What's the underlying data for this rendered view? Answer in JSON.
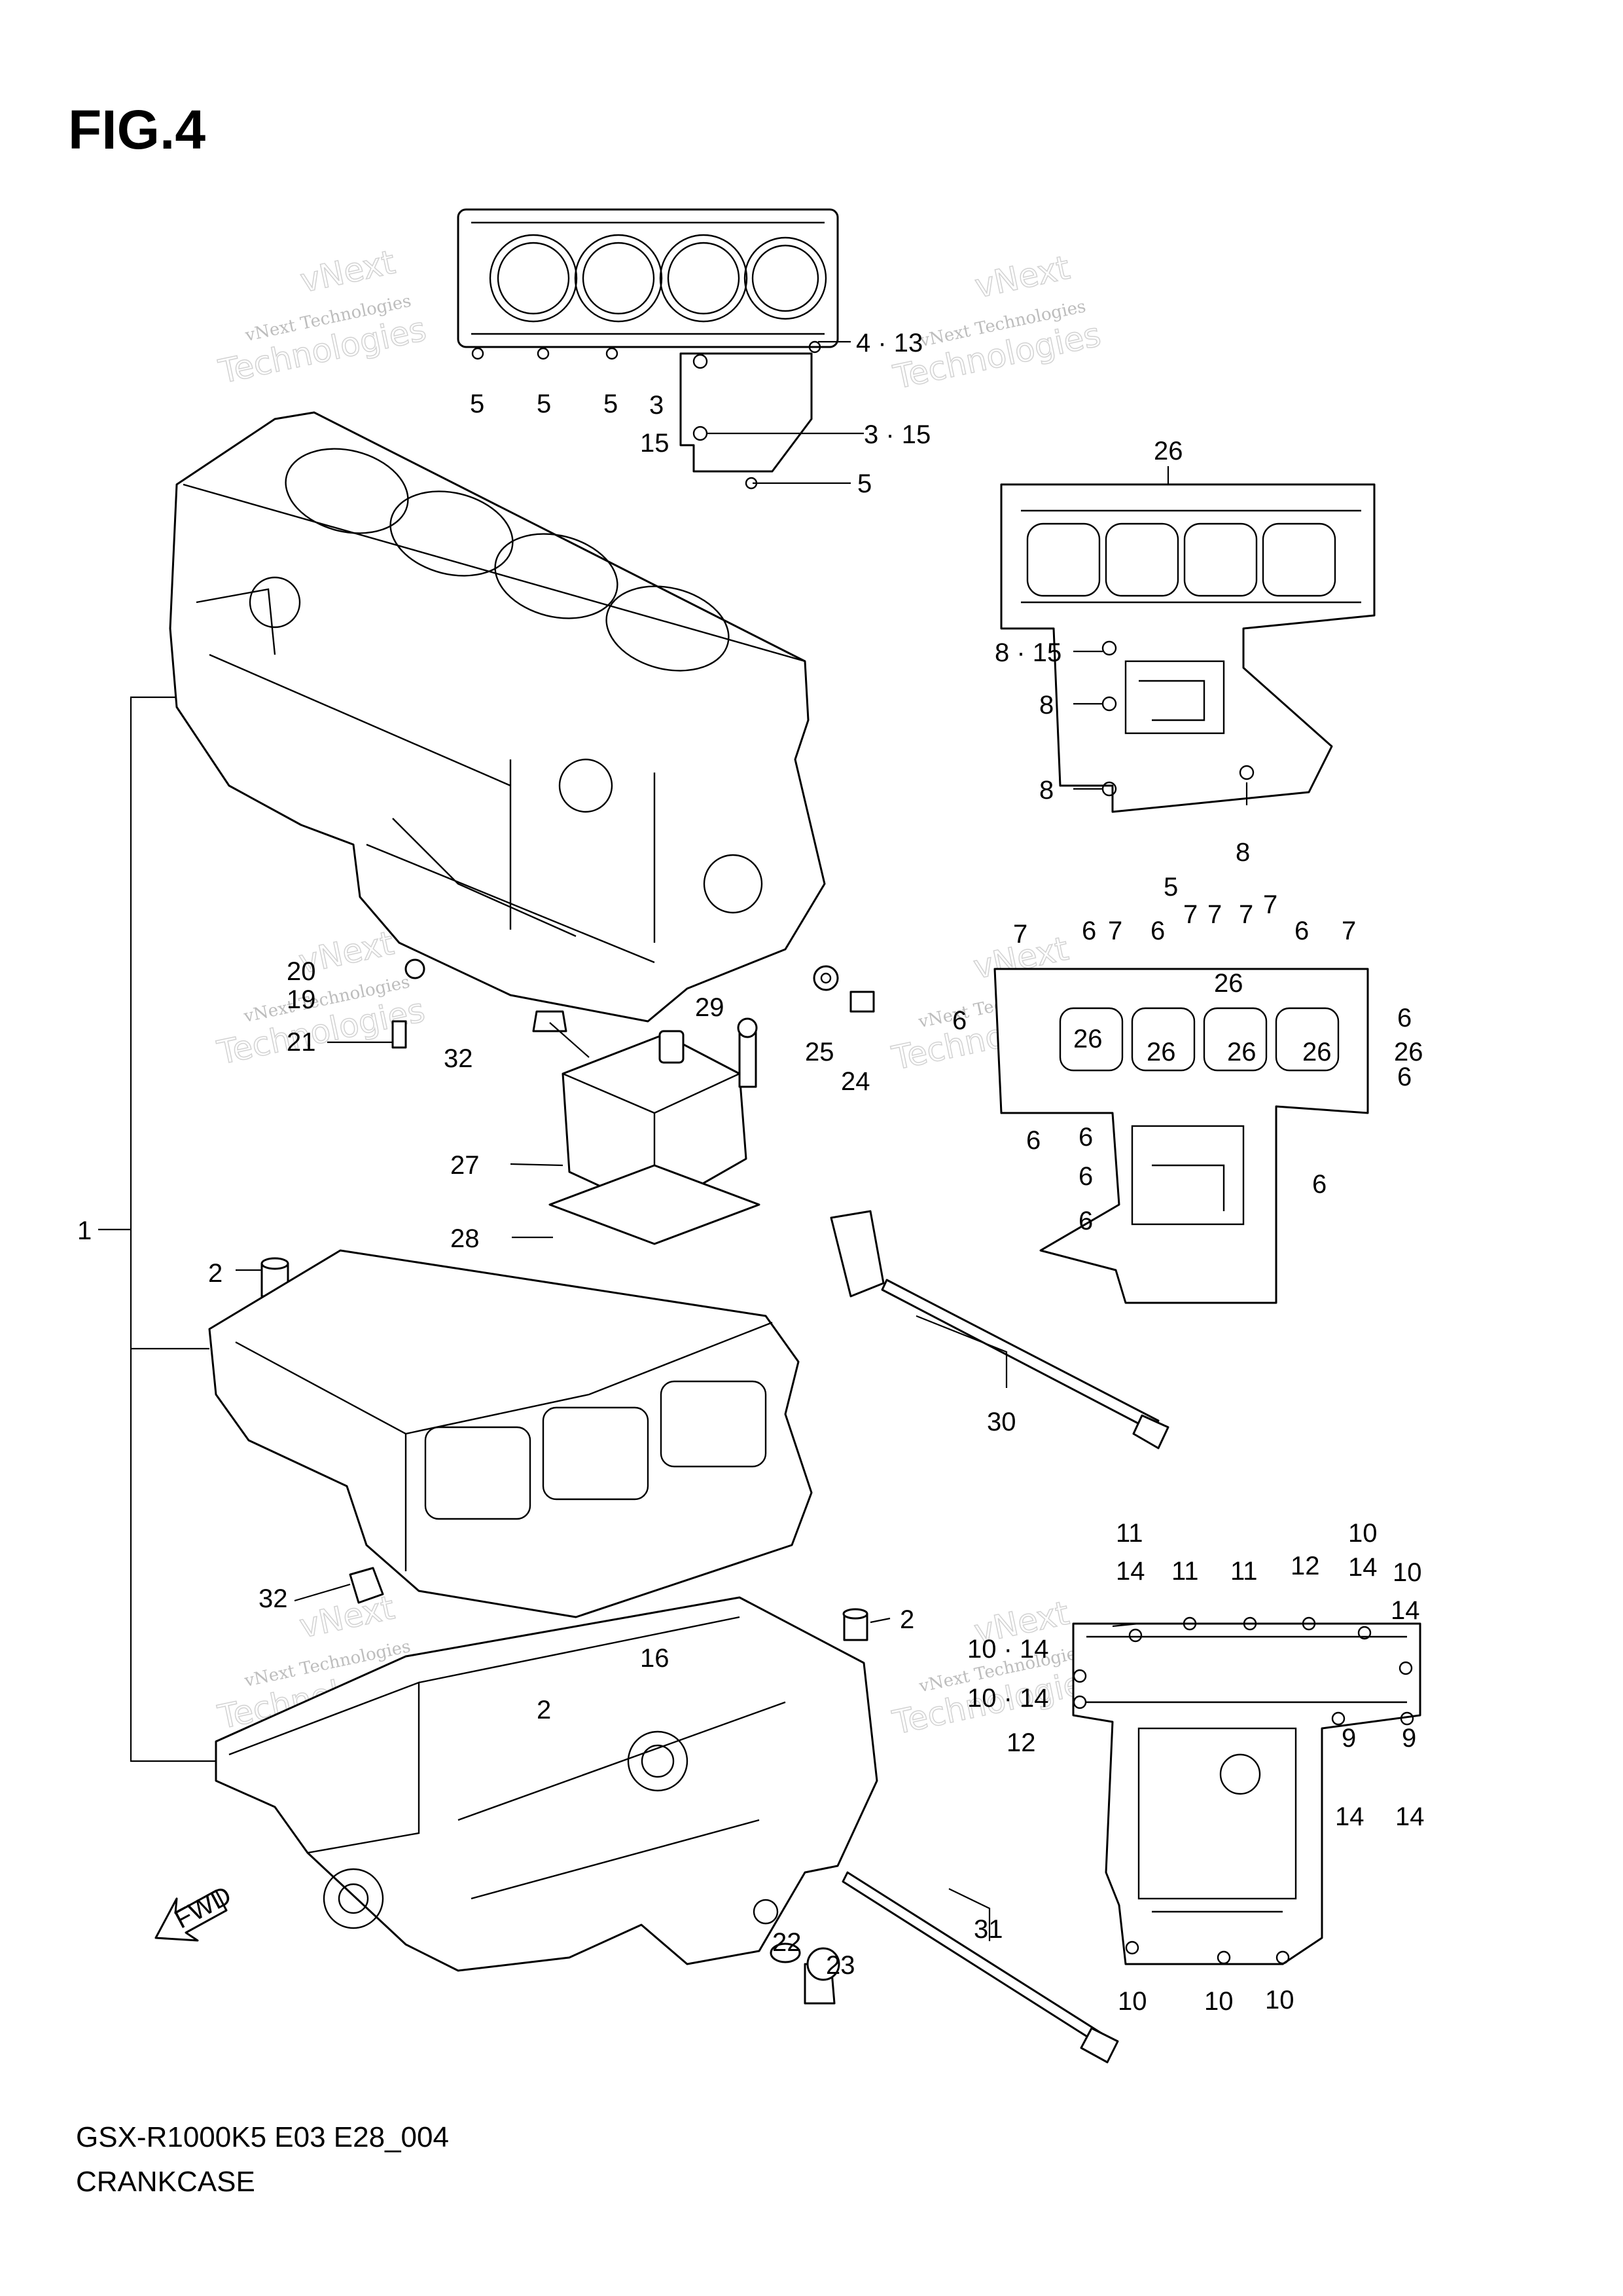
{
  "figure": {
    "title": "FIG.4"
  },
  "footer": {
    "model_code": "GSX-R1000K5 E03 E28_004",
    "section_name": "CRANKCASE"
  },
  "watermark": {
    "line1": "vNext Technologies",
    "line2": "Technologies",
    "line3": "vNext"
  },
  "callouts": {
    "c01": "1",
    "c02": "2",
    "c03": "2",
    "c04": "2",
    "c05": "4 · 13",
    "c06": "5",
    "c07": "5",
    "c08": "5",
    "c09": "3",
    "c10": "15",
    "c11": "3 · 15",
    "c12": "5",
    "c13": "26",
    "c14": "8 · 15",
    "c15": "8",
    "c16": "8",
    "c17": "8",
    "c18": "5",
    "c19": "7",
    "c20": "6",
    "c21": "7",
    "c22": "6",
    "c23": "7",
    "c24": "7",
    "c25": "7",
    "c26": "7",
    "c27": "6",
    "c28": "7",
    "c29": "26",
    "c30": "6",
    "c31": "6",
    "c32": "26",
    "c33": "26",
    "c34": "26",
    "c35": "26",
    "c36": "26",
    "c37": "6",
    "c38": "6",
    "c39": "6",
    "c40": "6",
    "c41": "6",
    "c42": "6",
    "c43": "20",
    "c44": "19",
    "c45": "21",
    "c46": "29",
    "c47": "25",
    "c48": "24",
    "c49": "32",
    "c50": "27",
    "c51": "28",
    "c52": "30",
    "c53": "32",
    "c54": "16",
    "c55": "22",
    "c56": "23",
    "c57": "31",
    "c58": "11",
    "c59": "14",
    "c60": "11",
    "c61": "11",
    "c62": "12",
    "c63": "10",
    "c64": "14",
    "c65": "10",
    "c66": "14",
    "c67": "10 · 14",
    "c68": "10 · 14",
    "c69": "12",
    "c70": "9",
    "c71": "14",
    "c72": "9",
    "c73": "14",
    "c74": "10",
    "c75": "10",
    "c76": "10",
    "c77": "FWD"
  }
}
